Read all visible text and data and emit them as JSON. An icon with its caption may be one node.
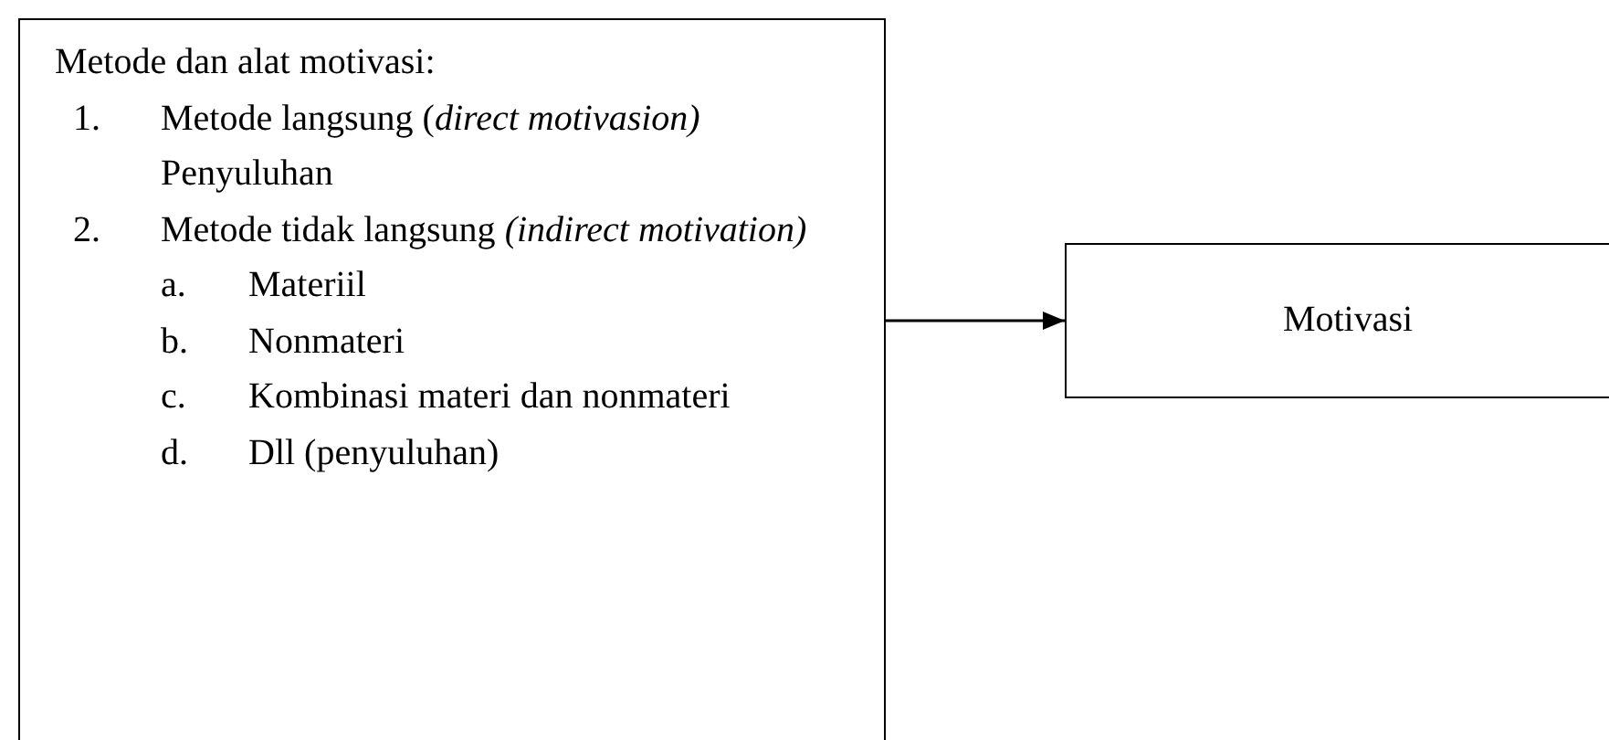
{
  "diagram": {
    "nodes": [
      {
        "text": [
          "Metode dan alat motivasi:",
          "1. Metode langsung (*direct motivasion)*",
          "Penyuluhan",
          "2. Metode tidak langsung *(indirect motivation)*",
          "a. Materiil",
          "b. Nonmateri",
          "c. Kombinasi materi dan nonmateri",
          "d. Dll (penyuluhan)"
        ]
      },
      {
        "text": [
          "Motivasi"
        ]
      }
    ],
    "edges": [
      {
        "from": 0,
        "to": 1,
        "arrow": "to"
      }
    ]
  }
}
